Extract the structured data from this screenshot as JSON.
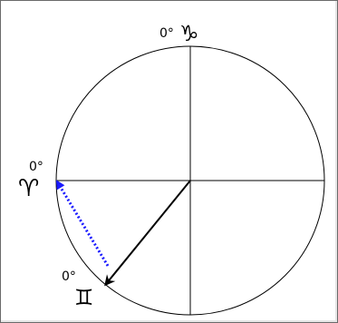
{
  "colors": {
    "circle": "#000000",
    "axes": "#000000",
    "solid_arrow": "#000000",
    "dotted_arrow": "#1a1aff",
    "frame_border": "#6a6a6a"
  },
  "labels": {
    "top": {
      "degree": "0°",
      "sign": "♑"
    },
    "left": {
      "degree": "0°",
      "sign": "♈"
    },
    "bottom_left": {
      "degree": "0°",
      "sign": "♊"
    }
  },
  "diagram": {
    "solid_arrow": {
      "style": "solid",
      "head": "arrow"
    },
    "dotted_arrow": {
      "style": "dotted",
      "head": "arrow"
    }
  }
}
